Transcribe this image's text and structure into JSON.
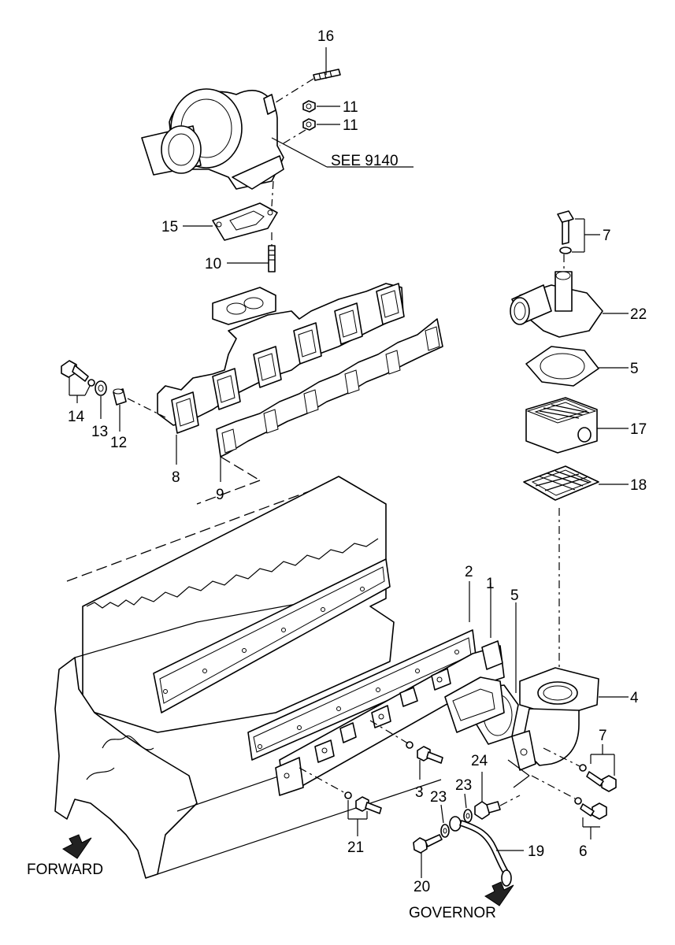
{
  "callouts": {
    "p16": "16",
    "p11a": "11",
    "p11b": "11",
    "p15": "15",
    "p10": "10",
    "p7a": "7",
    "p22": "22",
    "p5a": "5",
    "p17": "17",
    "p18": "18",
    "p14": "14",
    "p13": "13",
    "p12": "12",
    "p8": "8",
    "p9": "9",
    "p2": "2",
    "p1": "1",
    "p5b": "5",
    "p4": "4",
    "p7b": "7",
    "p24": "24",
    "p23a": "23",
    "p23b": "23",
    "p3": "3",
    "p21": "21",
    "p6": "6",
    "p19": "19",
    "p20": "20"
  },
  "references": {
    "see": "SEE 9140",
    "forward": "FORWARD",
    "governor": "GOVERNOR"
  },
  "icons": {
    "forward_arrow": "forward-arrow-icon",
    "governor_arrow": "governor-arrow-icon"
  }
}
